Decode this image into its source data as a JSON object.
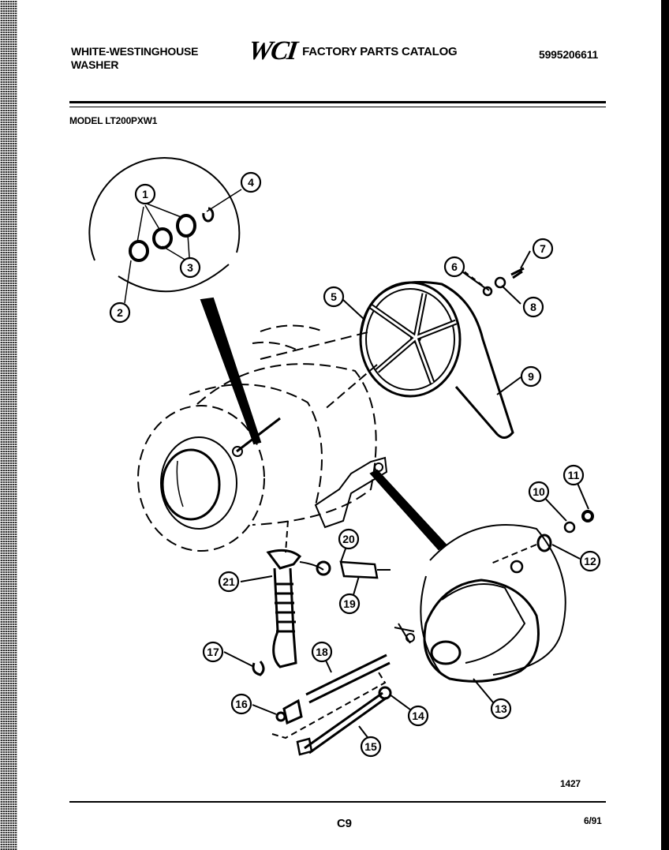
{
  "header": {
    "brand_line1": "WHITE-WESTINGHOUSE",
    "brand_line2": "WASHER",
    "logo": "WCI",
    "catalog_title": "FACTORY PARTS CATALOG",
    "doc_number": "5995206611",
    "model": "MODEL LT200PXW1"
  },
  "callouts": {
    "c1": "1",
    "c2": "2",
    "c3": "3",
    "c4": "4",
    "c5": "5",
    "c6": "6",
    "c7": "7",
    "c8": "8",
    "c9": "9",
    "c10": "10",
    "c11": "11",
    "c12": "12",
    "c13": "13",
    "c14": "14",
    "c15": "15",
    "c16": "16",
    "c17": "17",
    "c18": "18",
    "c19": "19",
    "c20": "20",
    "c21": "21"
  },
  "footer": {
    "figure_number": "1427",
    "page": "C9",
    "date": "6/91"
  }
}
